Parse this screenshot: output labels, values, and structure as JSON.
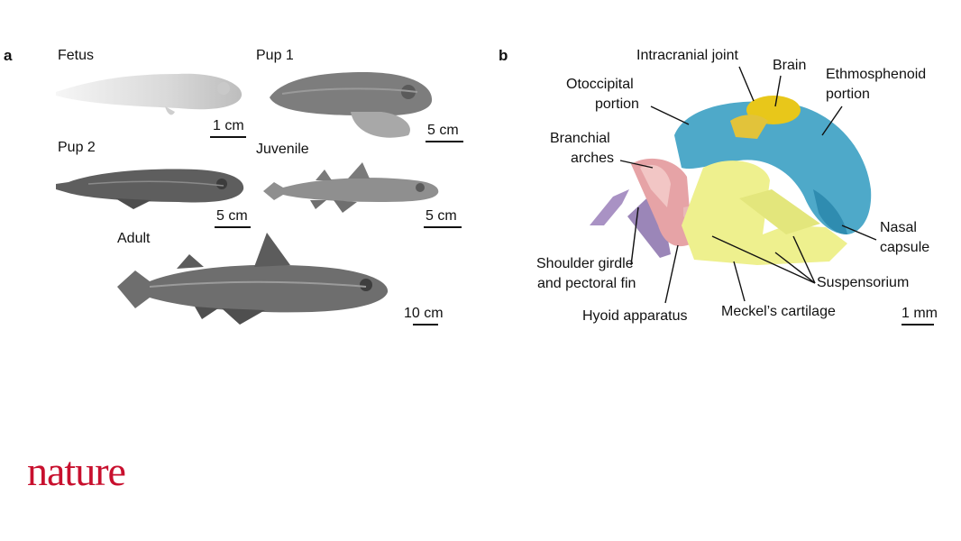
{
  "panel_a": {
    "letter": "a",
    "specimens": [
      {
        "label": "Fetus",
        "scale": "1 cm"
      },
      {
        "label": "Pup 1",
        "scale": "5 cm"
      },
      {
        "label": "Pup 2",
        "scale": "5 cm"
      },
      {
        "label": "Juvenile",
        "scale": "5 cm"
      },
      {
        "label": "Adult",
        "scale": "10 cm"
      }
    ]
  },
  "panel_b": {
    "letter": "b",
    "labels": {
      "intracranial_joint": "Intracranial joint",
      "brain": "Brain",
      "ethmosphenoid_1": "Ethmosphenoid",
      "ethmosphenoid_2": "portion",
      "otoccipital_1": "Otoccipital",
      "otoccipital_2": "portion",
      "branchial_1": "Branchial",
      "branchial_2": "arches",
      "nasal_1": "Nasal",
      "nasal_2": "capsule",
      "shoulder_1": "Shoulder girdle",
      "shoulder_2": "and pectoral fin",
      "suspensorium": "Suspensorium",
      "hyoid": "Hyoid apparatus",
      "meckels": "Meckel’s cartilage"
    },
    "scale": "1 mm"
  },
  "brand": {
    "logo_text": "nature",
    "color": "#c8102e"
  }
}
